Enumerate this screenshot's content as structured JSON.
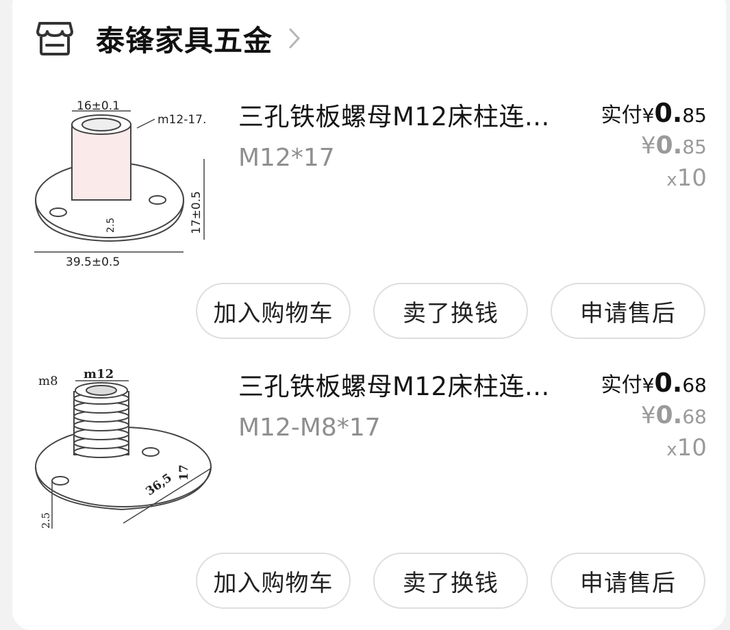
{
  "shop": {
    "name": "泰锋家具五金",
    "icon": "store-icon"
  },
  "items": [
    {
      "title": "三孔铁板螺母M12床柱连...",
      "variant": "M12*17",
      "paid_label": "实付",
      "currency": "¥",
      "paid_int": "0.",
      "paid_dec": "85",
      "orig_int": "0.",
      "orig_dec": "85",
      "qty_prefix": "x",
      "qty": "10",
      "drawing": {
        "top_dim": "16±0.1",
        "thread": "m12-17.",
        "height": "17±0.5",
        "plate": "2.5",
        "diameter": "39.5±0.5"
      },
      "actions": [
        "加入购物车",
        "卖了换钱",
        "申请售后"
      ]
    },
    {
      "title": "三孔铁板螺母M12床柱连...",
      "variant": "M12-M8*17",
      "paid_label": "实付",
      "currency": "¥",
      "paid_int": "0.",
      "paid_dec": "68",
      "orig_int": "0.",
      "orig_dec": "68",
      "qty_prefix": "x",
      "qty": "10",
      "drawing": {
        "inner": "m8",
        "outer": "m12",
        "height": "17",
        "plate": "2.5",
        "diameter": "36,5"
      },
      "actions": [
        "加入购物车",
        "卖了换钱",
        "申请售后"
      ]
    }
  ]
}
